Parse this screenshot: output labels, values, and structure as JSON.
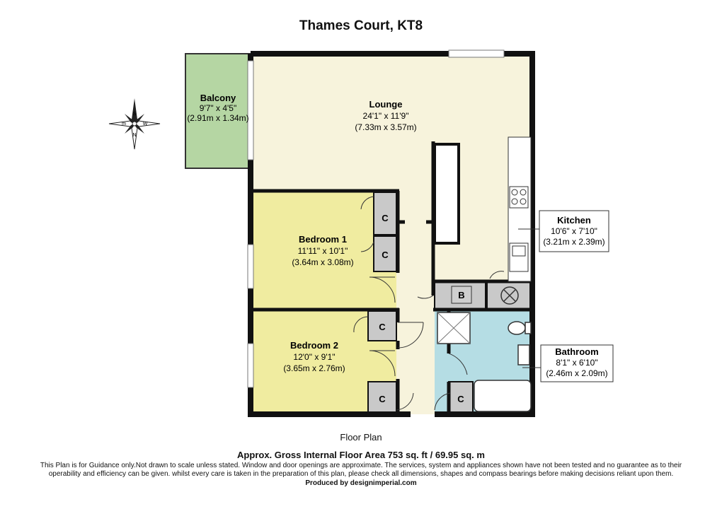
{
  "title": "Thames Court, KT8",
  "compass": {
    "n": "N",
    "s": "S",
    "e": "m",
    "w": "W"
  },
  "rooms": {
    "balcony": {
      "name": "Balcony",
      "imperial": "9'7\" x 4'5\"",
      "metric": "(2.91m x 1.34m)"
    },
    "lounge": {
      "name": "Lounge",
      "imperial": "24'1\" x 11'9\"",
      "metric": "(7.33m x 3.57m)"
    },
    "kitchen": {
      "name": "Kitchen",
      "imperial": "10'6\" x 7'10\"",
      "metric": "(3.21m x 2.39m)"
    },
    "bedroom1": {
      "name": "Bedroom 1",
      "imperial": "11'11\" x 10'1\"",
      "metric": "(3.64m x 3.08m)"
    },
    "bedroom2": {
      "name": "Bedroom 2",
      "imperial": "12'0\" x 9'1\"",
      "metric": "(3.65m x 2.76m)"
    },
    "bathroom": {
      "name": "Bathroom",
      "imperial": "8'1\" x 6'10\"",
      "metric": "(2.46m x 2.09m)"
    }
  },
  "closets": [
    "C",
    "C",
    "C",
    "C",
    "C"
  ],
  "boiler": "B",
  "colors": {
    "wall": "#111111",
    "lounge": "#f7f3dc",
    "bedroom": "#f0eca0",
    "balcony": "#b5d6a3",
    "bathroom": "#b5dde4",
    "cupboard": "#c9c9c9"
  },
  "caption": "Floor Plan",
  "area": "Approx. Gross Internal Floor Area 753 sq. ft  /  69.95 sq. m",
  "disclaimer": "This Plan is for Guidance only.Not drawn to scale unless stated. Window and door openings are approximate. The services, system and appliances shown have not been tested and no guarantee as to their operability and efficiency can be given. whilst every care is taken in the preparation of this plan, please check all dimensions, shapes and compass bearings before making decisions reliant upon them.",
  "producer": "Produced by designimperial.com"
}
